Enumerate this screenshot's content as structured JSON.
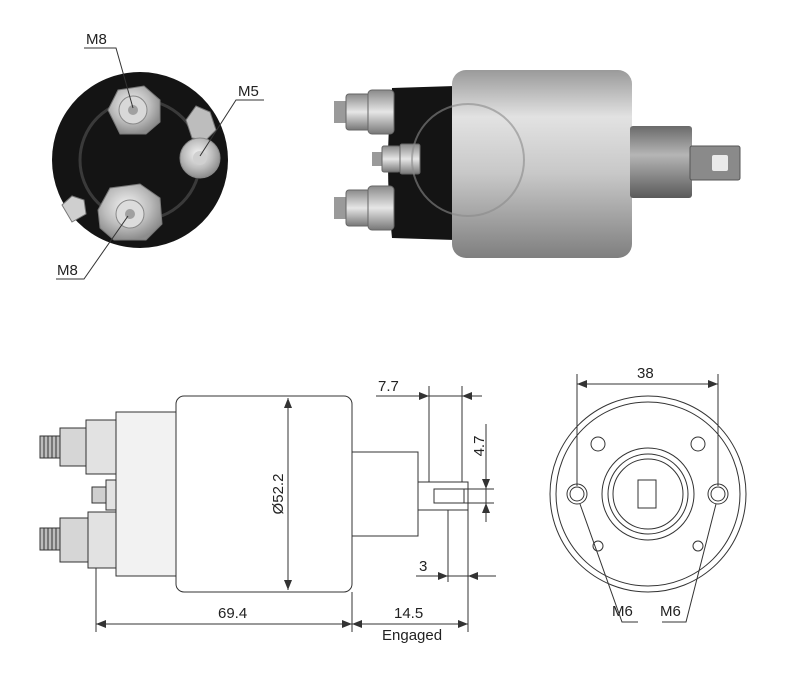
{
  "photo_labels": {
    "top_left_terminal": "M8",
    "right_terminal": "M5",
    "bottom_left_terminal": "M8"
  },
  "dimensions": {
    "tab_offset": "7.7",
    "tab_width": "4.7",
    "body_diameter": "Ø52.2",
    "tab_thickness": "3",
    "body_length": "69.4",
    "plunger_travel": "14.5",
    "plunger_state": "Engaged",
    "hole_spacing": "38",
    "left_mount_thread": "M6",
    "right_mount_thread": "M6"
  },
  "colors": {
    "housing_black": "#141414",
    "body_silver": "#c9c9c9",
    "line": "#333333"
  }
}
